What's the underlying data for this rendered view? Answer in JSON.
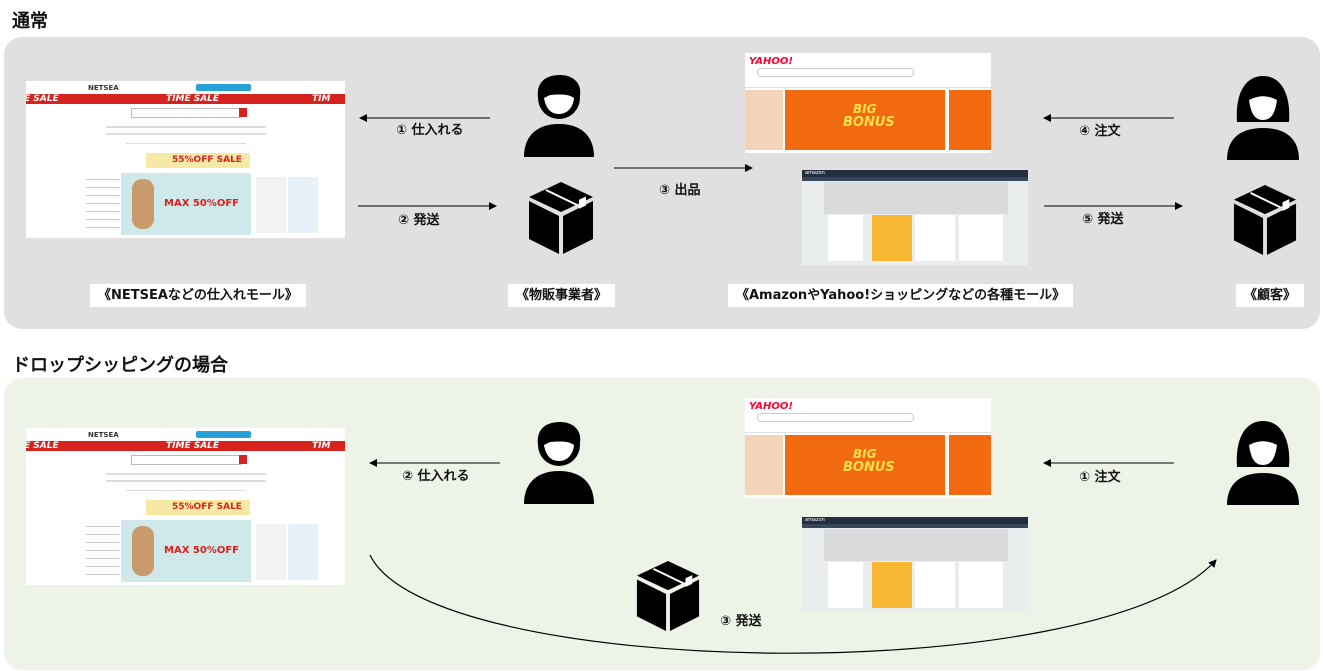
{
  "sections": {
    "normal": {
      "title": "通常",
      "labels": {
        "netsea": "《NETSEAなどの仕入れモール》",
        "seller": "《物販事業者》",
        "malls": "《AmazonやYahoo!ショッピングなどの各種モール》",
        "customer": "《顧客》"
      },
      "steps": {
        "s1": "① 仕入れる",
        "s2": "② 発送",
        "s3": "③ 出品",
        "s4": "④ 注文",
        "s5": "⑤ 発送"
      }
    },
    "dropship": {
      "title": "ドロップシッピングの場合",
      "steps": {
        "s1": "① 注文",
        "s2": "② 仕入れる",
        "s3": "③ 発送"
      }
    }
  },
  "thumbnails": {
    "netsea_logo": "NETSEA",
    "netsea_sale": "TIME SALE",
    "netsea_sale_left": "E SALE",
    "netsea_pct": "55%OFF SALE",
    "netsea_max": "MAX 50%OFF",
    "yahoo_logo": "YAHOO!",
    "yahoo_big": "BIG",
    "yahoo_bonus": "BONUS",
    "amazon_logo": "amazon"
  },
  "colors": {
    "panel_normal": "#e0e0e0",
    "panel_dropship": "#edf3e7",
    "netsea_red": "#d7231e",
    "yahoo_orange": "#f26a10",
    "amazon_dark": "#232f3e"
  },
  "icons": [
    "person-male-icon",
    "person-female-icon",
    "package-box-icon"
  ]
}
